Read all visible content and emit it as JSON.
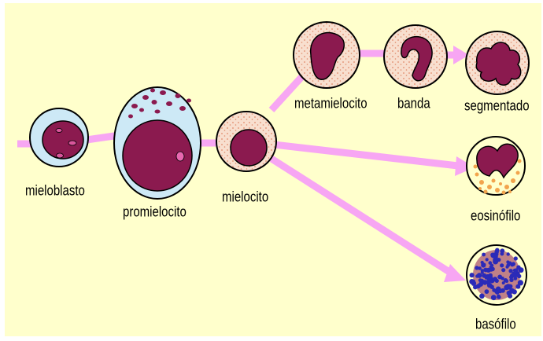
{
  "labels": {
    "mieloblasto": "mieloblasto",
    "promielocito": "promielocito",
    "mielocito": "mielocito",
    "metamielocito": "metamielocito",
    "banda": "banda",
    "segmentado": "segmentado",
    "eosinofilo": "eosinófilo",
    "basofilo": "basófilo"
  },
  "colors": {
    "background": "#ffffcc",
    "arrow": "#f7a6f3",
    "nucleus": "#8b1a4f",
    "blast_cytoplasm": "#cde9f6",
    "mature_cytoplasm": "#f8dfcf",
    "eosinophil_granule": "#f2a44c",
    "basophil_granule": "#2a2ab8"
  }
}
